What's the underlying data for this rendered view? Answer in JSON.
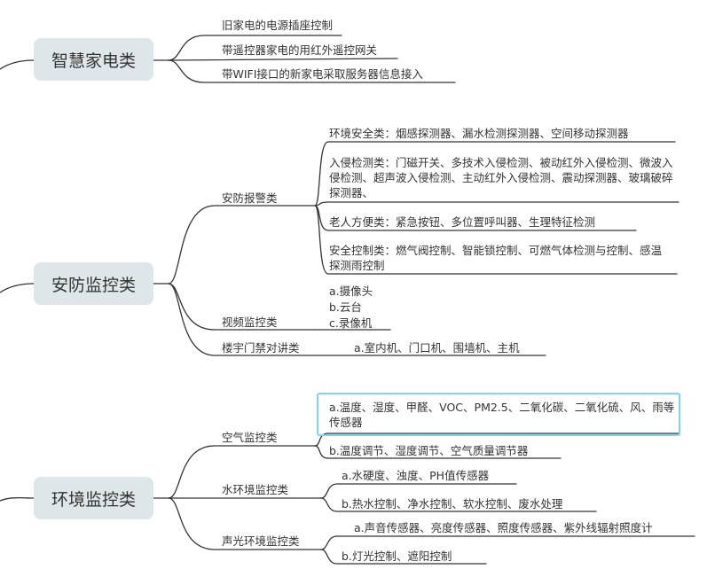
{
  "categories": [
    {
      "label": "智慧家电类"
    },
    {
      "label": "安防监控类"
    },
    {
      "label": "环境监控类"
    }
  ],
  "smart_home": {
    "items": [
      {
        "label": "旧家电的电源插座控制"
      },
      {
        "label": "带遥控器家电的用红外遥控网关"
      },
      {
        "label": "带WIFI接口的新家电采取服务器信息接入"
      }
    ]
  },
  "security": {
    "alarm": {
      "label": "安防报警类",
      "items": [
        {
          "label": "环境安全类：烟感探测器、漏水检测探测器、空间移动探测器"
        },
        {
          "label": "入侵检测类：门磁开关、多技术入侵检测、被动红外入侵检测、微波入侵检测、超声波入侵检测、主动红外入侵检测、震动探测器、玻璃破碎探测器、"
        },
        {
          "label": "老人方便类：紧急按钮、多位置呼叫器、生理特征检测"
        },
        {
          "label": "安全控制类：燃气阀控制、智能锁控制、可燃气体检测与控制、感温探测雨控制"
        }
      ]
    },
    "video": {
      "label": "视频监控类",
      "items": [
        {
          "label": "a.摄像头"
        },
        {
          "label": "b.云台"
        },
        {
          "label": "c.录像机"
        }
      ]
    },
    "intercom": {
      "label": "楼宇门禁对讲类",
      "items": [
        {
          "label": "a.室内机、门口机、围墙机、主机"
        }
      ]
    }
  },
  "environment": {
    "air": {
      "label": "空气监控类",
      "items": [
        {
          "label": "a.温度、湿度、甲醛、VOC、PM2.5、二氧化碳、二氧化硫、风、雨等传感器"
        },
        {
          "label": "b.温度调节、湿度调节、空气质量调节器"
        }
      ]
    },
    "water": {
      "label": "水环境监控类",
      "items": [
        {
          "label": "a.水硬度、浊度、PH值传感器"
        },
        {
          "label": "b.热水控制、净水控制、软水控制、废水处理"
        }
      ]
    },
    "light": {
      "label": "声光环境监控类",
      "items": [
        {
          "label": "a.声音传感器、亮度传感器、照度传感器、紫外线辐射照度计"
        },
        {
          "label": "b.灯光控制、遮阳控制"
        }
      ]
    }
  },
  "colors": {
    "line": "#333333",
    "node_fill": "#dfe6ea",
    "selection": "#85d2f0"
  }
}
